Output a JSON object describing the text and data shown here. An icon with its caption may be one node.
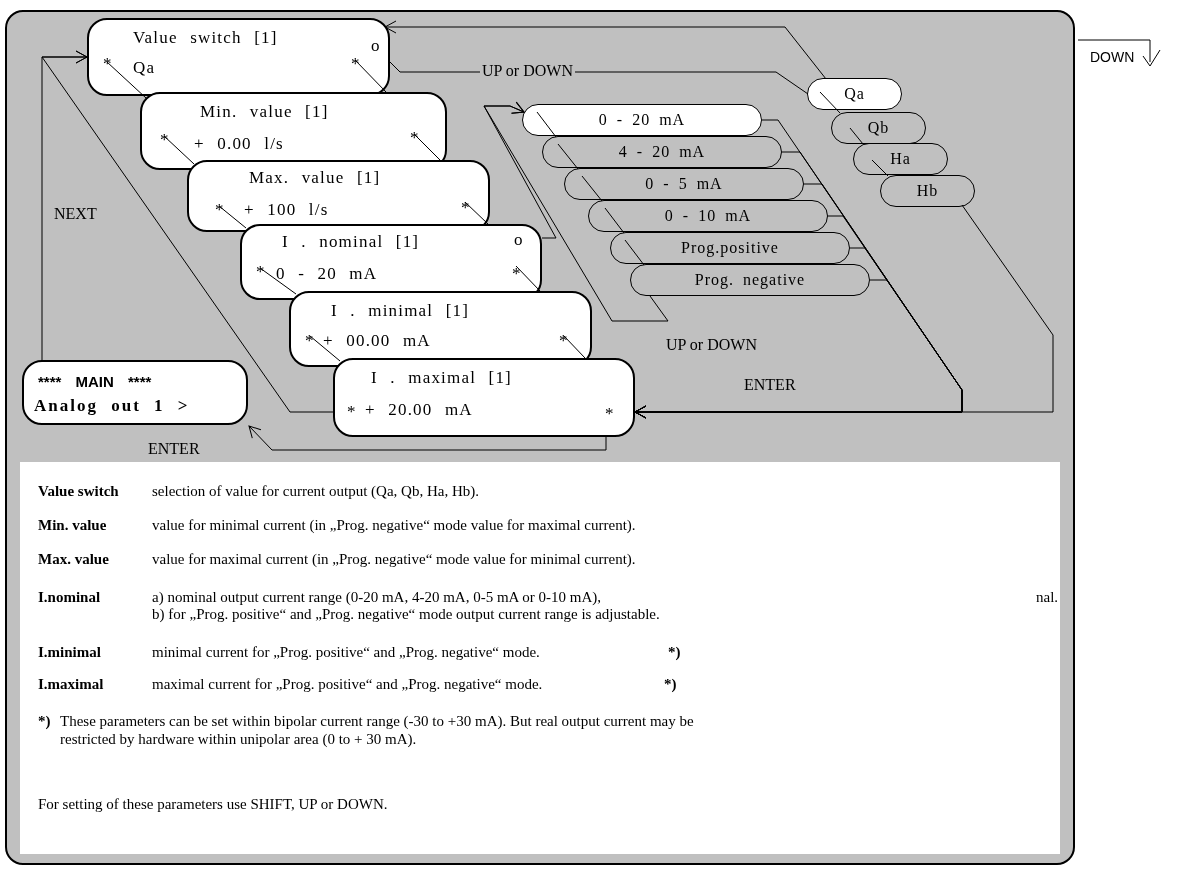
{
  "diagram": {
    "nodes": [
      {
        "text": [
          "**** MAIN ****",
          "Analog out 1 >"
        ]
      },
      {
        "text": [
          "Value switch [1]",
          "*",
          "Qa",
          "*",
          "o"
        ]
      },
      {
        "text": [
          "Min. value [1]",
          "*",
          "+ 0.00 l/s",
          "*"
        ]
      },
      {
        "text": [
          "Max. value [1]",
          "*",
          "+ 100 l/s",
          "*"
        ]
      },
      {
        "text": [
          "I . nominal [1]",
          "*",
          "0 - 20 mA",
          "*",
          "o"
        ]
      },
      {
        "text": [
          "I . minimal [1]",
          "*",
          "+ 00.00 mA",
          "*"
        ]
      },
      {
        "text": [
          "I . maximal [1]",
          "*",
          "+ 20.00 mA",
          "*"
        ]
      },
      {
        "text": [
          "0 - 20 mA"
        ]
      },
      {
        "text": [
          "4 - 20 mA"
        ]
      },
      {
        "text": [
          "0 - 5 mA"
        ]
      },
      {
        "text": [
          "0 - 10 mA"
        ]
      },
      {
        "text": [
          "Prog.positive"
        ]
      },
      {
        "text": [
          "Prog. negative"
        ]
      },
      {
        "text": [
          "Qa"
        ]
      },
      {
        "text": [
          "Qb"
        ]
      },
      {
        "text": [
          "Ha"
        ]
      },
      {
        "text": [
          "Hb"
        ]
      }
    ],
    "edges": [
      {
        "from": 0,
        "to": 1,
        "arrow": "to",
        "label": "NEXT"
      },
      {
        "from": 1,
        "to": 2,
        "arrow": "none"
      },
      {
        "from": 1,
        "to": 2,
        "arrow": "none"
      },
      {
        "from": 2,
        "to": 3,
        "arrow": "none"
      },
      {
        "from": 2,
        "to": 3,
        "arrow": "none"
      },
      {
        "from": 3,
        "to": 4,
        "arrow": "none"
      },
      {
        "from": 3,
        "to": 4,
        "arrow": "none"
      },
      {
        "from": 4,
        "to": 5,
        "arrow": "none"
      },
      {
        "from": 4,
        "to": 5,
        "arrow": "none"
      },
      {
        "from": 5,
        "to": 6,
        "arrow": "none"
      },
      {
        "from": 5,
        "to": 6,
        "arrow": "none"
      },
      {
        "from": 6,
        "to": 1,
        "arrow": "to"
      },
      {
        "from": 6,
        "to": 0,
        "arrow": "to",
        "label": "ENTER"
      },
      {
        "from": 13,
        "to": 1,
        "arrow": "to"
      },
      {
        "from": 1,
        "to": 13,
        "arrow": "none",
        "label": "UP or DOWN"
      },
      {
        "from": 13,
        "to": 14,
        "arrow": "none"
      },
      {
        "from": 14,
        "to": 15,
        "arrow": "none"
      },
      {
        "from": 15,
        "to": 16,
        "arrow": "none"
      },
      {
        "from": 16,
        "to": 6,
        "arrow": "to",
        "label": "ENTER"
      },
      {
        "from": 4,
        "to": 7,
        "arrow": "to"
      },
      {
        "from": 7,
        "to": 8,
        "arrow": "none"
      },
      {
        "from": 8,
        "to": 9,
        "arrow": "none"
      },
      {
        "from": 9,
        "to": 10,
        "arrow": "none"
      },
      {
        "from": 10,
        "to": 11,
        "arrow": "none"
      },
      {
        "from": 11,
        "to": 12,
        "arrow": "none"
      },
      {
        "from": 12,
        "to": 7,
        "arrow": "to",
        "label": "UP or DOWN"
      },
      {
        "from": 7,
        "to": 6,
        "arrow": "to"
      },
      {
        "from": 8,
        "to": 6,
        "arrow": "to"
      },
      {
        "from": 9,
        "to": 6,
        "arrow": "to"
      },
      {
        "from": 10,
        "to": 6,
        "arrow": "to"
      },
      {
        "from": 11,
        "to": 6,
        "arrow": "to"
      },
      {
        "from": 12,
        "to": 6,
        "arrow": "to"
      }
    ],
    "labels": [
      "DOWN",
      "Value switch",
      "selection of value for current output (Qa, Qb, Ha, Hb).",
      "Min. value",
      "value for minimal current (in „Prog. negative“ mode value for maximal current).",
      "Max. value",
      "value for maximal current (in „Prog. negative“ mode value for minimal current).",
      "I.nominal",
      "a) nominal output current range (0-20 mA, 4-20 mA, 0-5 mA or 0-10 mA),",
      "nal.",
      "b) for „Prog. positive“ and „Prog. negative“ mode output current range is adjustable.",
      "I.minimal",
      "minimal current for „Prog. positive“ and „Prog. negative“ mode.",
      "*)",
      "I.maximal",
      "maximal current for „Prog. positive“ and „Prog. negative“ mode.",
      "*)",
      "*)",
      "These parameters can be set within bipolar current range (-30 to +30 mA). But real output current may be restricted by hardware within unipolar area (0 to + 30 mA).",
      "For setting of these parameters use SHIFT, UP or DOWN."
    ]
  }
}
